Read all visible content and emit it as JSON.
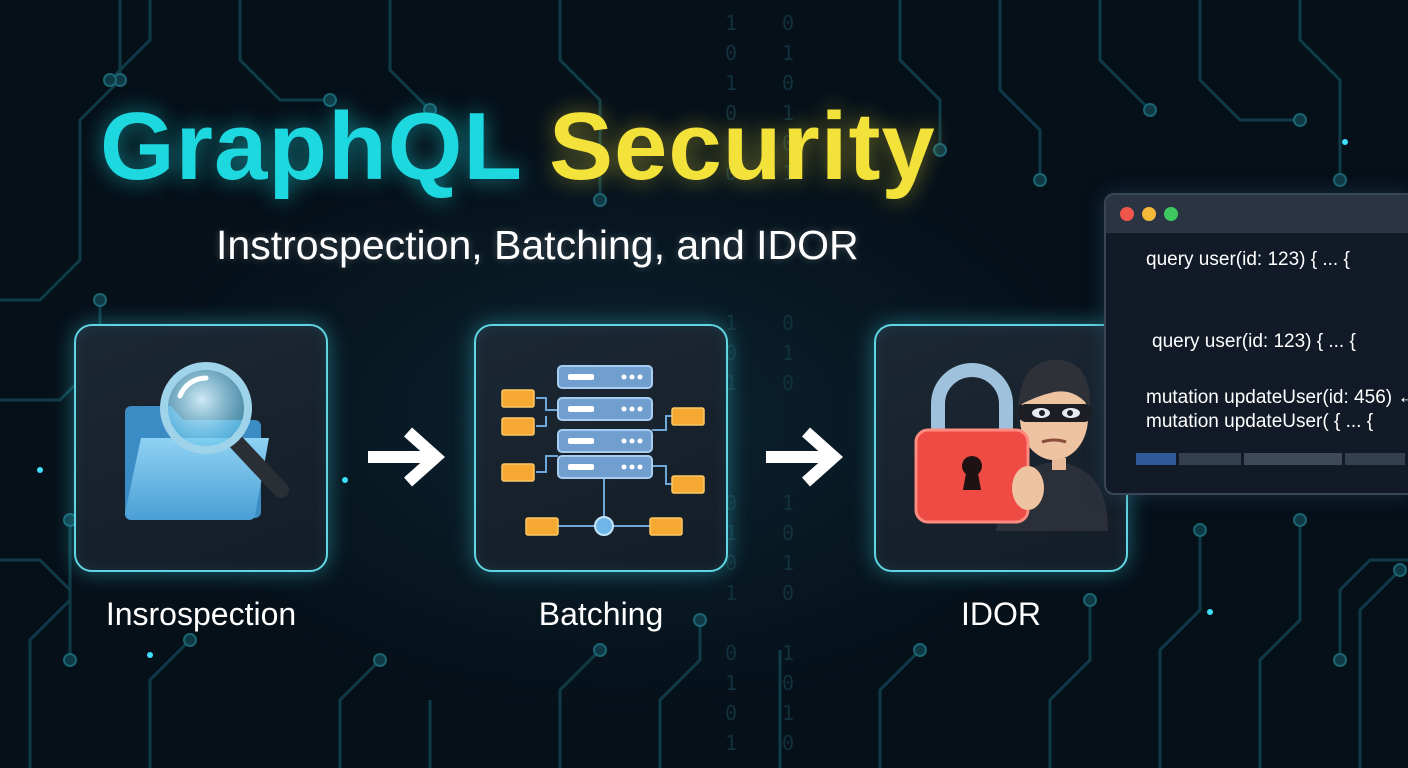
{
  "title": {
    "part1": "GraphQL",
    "part2": "Security"
  },
  "subtitle": "Instrospection, Batching, and IDOR",
  "steps": [
    {
      "label": "Insrospection",
      "icon": "folder-magnifier-icon"
    },
    {
      "label": "Batching",
      "icon": "server-network-icon"
    },
    {
      "label": "IDOR",
      "icon": "padlock-hacker-icon"
    }
  ],
  "code_window": {
    "lines": [
      "query user(id: 123)  {  ...  {",
      "query user(id: 123)  {  ...  {",
      "mutation updateUser(id: 456)  ←",
      "mutation updateUser(  {  ...  {"
    ]
  },
  "colors": {
    "accent_cyan": "#1ed8e0",
    "accent_yellow": "#f2e23a",
    "card_border": "#5fd6e2",
    "lock_red": "#ef4b45",
    "block_orange": "#f5a832",
    "server_blue": "#6f9ecf"
  }
}
